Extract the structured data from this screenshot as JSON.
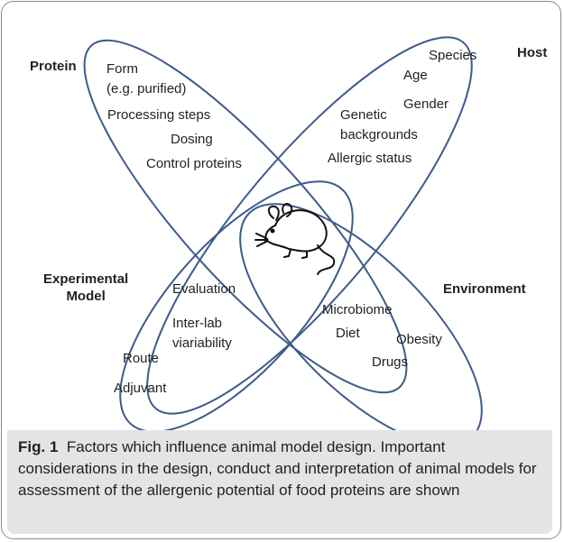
{
  "categories": {
    "protein": "Protein",
    "host": "Host",
    "experimental_model": [
      "Experimental",
      "Model"
    ],
    "environment": "Environment"
  },
  "protein_items": {
    "form": "Form",
    "form_note": "(e.g. purified)",
    "processing": "Processing steps",
    "dosing": "Dosing",
    "control": "Control proteins"
  },
  "host_items": {
    "species": "Species",
    "age": "Age",
    "gender": "Gender",
    "genetic1": "Genetic",
    "genetic2": "backgrounds",
    "allergic": "Allergic status"
  },
  "model_items": {
    "evaluation": "Evaluation",
    "interlab1": "Inter-lab",
    "interlab2": "viariability",
    "route": "Route",
    "adjuvant": "Adjuvant"
  },
  "environment_items": {
    "microbiome": "Microbiome",
    "diet": "Diet",
    "obesity": "Obesity",
    "drugs": "Drugs"
  },
  "center_icon": "mouse-icon",
  "colors": {
    "ellipse_stroke": "#3e5b8a",
    "caption_bg": "#e3e4e6",
    "frame": "#8c8c8c"
  },
  "caption": {
    "fig_label": "Fig. 1",
    "text": "Factors which influence animal model design. Important considerations in the design, conduct and interpretation of animal models for assessment of the allergenic potential of food proteins are shown"
  }
}
